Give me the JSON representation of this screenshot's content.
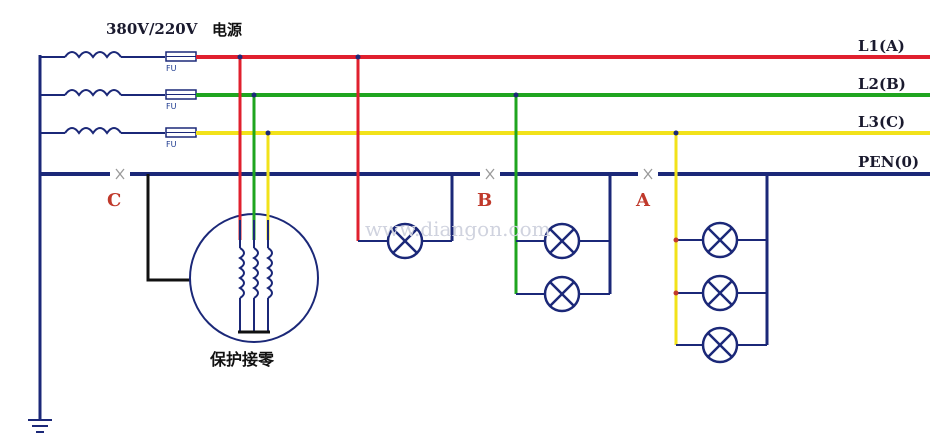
{
  "header": {
    "voltage": "380V/220V",
    "source": "电源"
  },
  "lines": {
    "l1": "L1(A)",
    "l2": "L2(B)",
    "l3": "L3(C)",
    "pen": "PEN(0)"
  },
  "fuse_label": "FU",
  "points": {
    "c": "C",
    "b": "B",
    "a": "A"
  },
  "motor_caption": "保护接零",
  "watermark": "www.diangon.com",
  "colors": {
    "l1": "#e0202e",
    "l2": "#1fa51f",
    "l3": "#f2e21a",
    "pen": "#1b2878",
    "label_red": "#c0392b"
  }
}
